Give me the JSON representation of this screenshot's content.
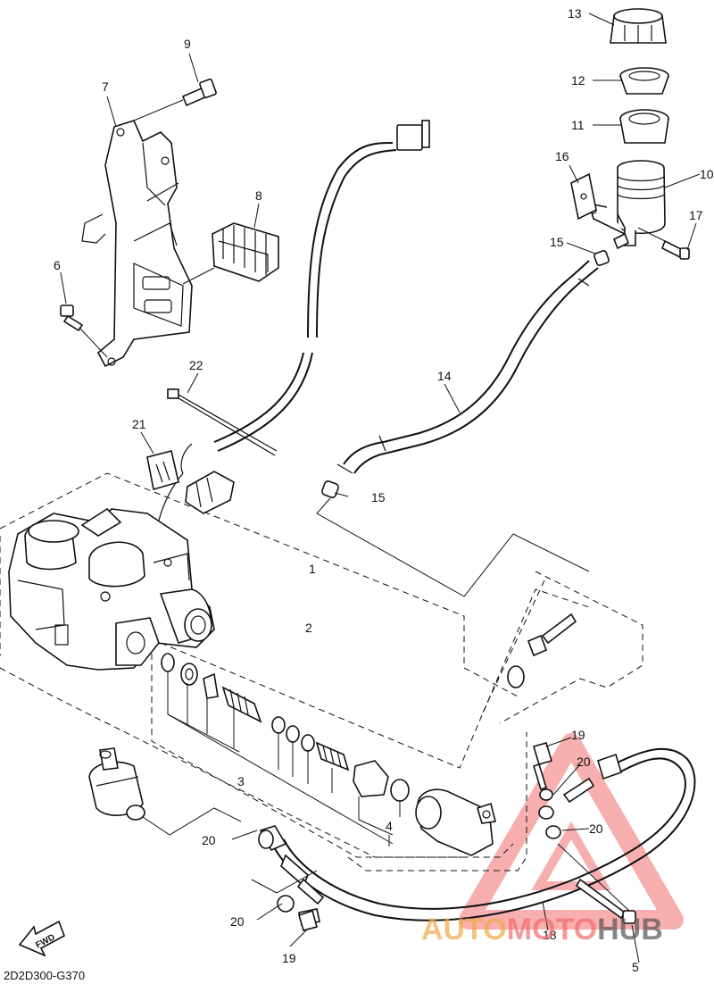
{
  "diagram": {
    "drawing_code": "2D2D300-G370",
    "fwd_label": "FWD",
    "watermark": {
      "part1": "AUTO",
      "part2": "MOTO",
      "part3": "HUB",
      "color_triangle": "#f26d6d",
      "color_orange": "#f2a84a",
      "color_dark": "#555555"
    },
    "callouts": {
      "c1": "1",
      "c2": "2",
      "c3": "3",
      "c4": "4",
      "c5": "5",
      "c6": "6",
      "c7": "7",
      "c8": "8",
      "c9": "9",
      "c10": "10",
      "c11": "11",
      "c12": "12",
      "c13": "13",
      "c14": "14",
      "c15a": "15",
      "c15b": "15",
      "c16": "16",
      "c17": "17",
      "c18": "18",
      "c19a": "19",
      "c19b": "19",
      "c20a": "20",
      "c20b": "20",
      "c20c": "20",
      "c20d": "20",
      "c21": "21",
      "c22": "22"
    }
  }
}
